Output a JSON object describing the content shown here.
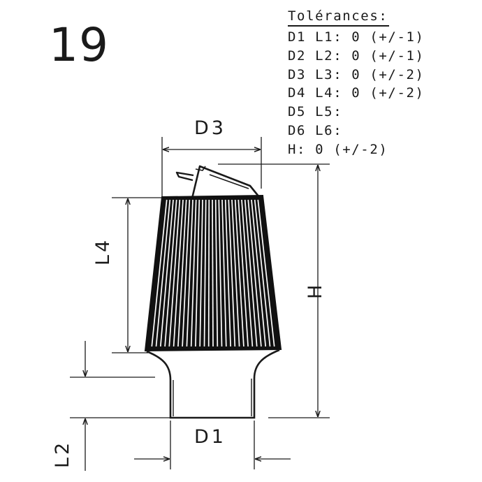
{
  "figure_number": "19",
  "tolerances": {
    "title": "Tolérances:",
    "rows": [
      "D1 L1: 0 (+/-1)",
      "D2 L2: 0 (+/-1)",
      "D3 L3: 0 (+/-2)",
      "D4 L4: 0 (+/-2)",
      "D5 L5:",
      "D6 L6:",
      "H: 0 (+/-2)"
    ]
  },
  "dimensions": {
    "d3": "D3",
    "d1": "D1",
    "l4": "L4",
    "l2": "L2",
    "h": "H"
  },
  "colors": {
    "ink": "#1a1a1a",
    "filter_body": "#111111",
    "pleat_highlight": "#ffffff",
    "background": "#ffffff"
  }
}
